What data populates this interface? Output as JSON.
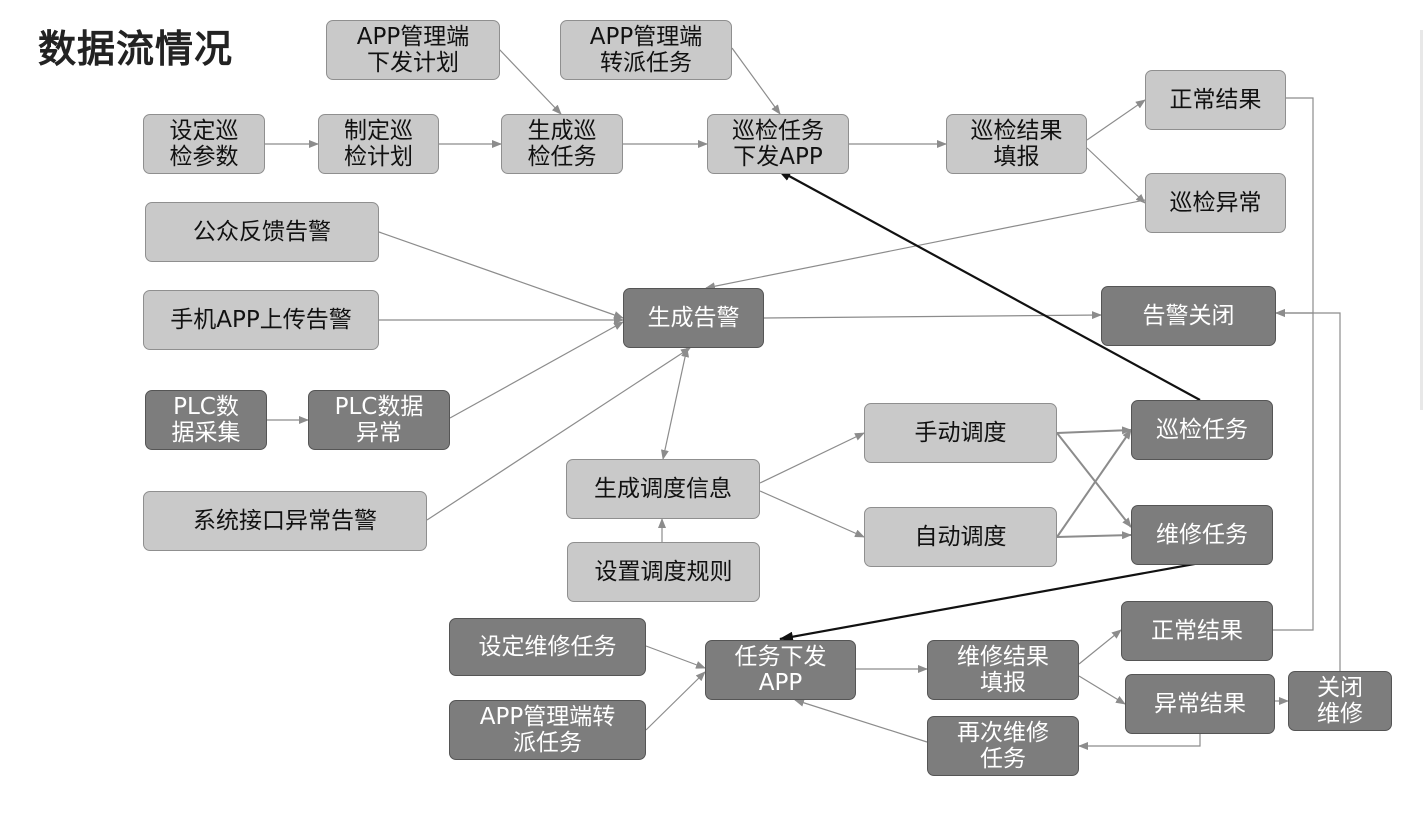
{
  "title": "数据流情况",
  "colors": {
    "light_fill": "#c9c9c9",
    "dark_fill": "#7d7d7d",
    "arrow_gray": "#8c8c8c",
    "arrow_black": "#111111"
  },
  "nodes": [
    {
      "id": "app_issue_plan",
      "label": "APP管理端\n下发计划",
      "style": "light"
    },
    {
      "id": "app_transfer_patrol",
      "label": "APP管理端\n转派任务",
      "style": "light"
    },
    {
      "id": "set_params",
      "label": "设定巡\n检参数",
      "style": "light"
    },
    {
      "id": "make_plan",
      "label": "制定巡\n检计划",
      "style": "light"
    },
    {
      "id": "gen_patrol",
      "label": "生成巡\n检任务",
      "style": "light"
    },
    {
      "id": "patrol_issue_app",
      "label": "巡检任务\n下发APP",
      "style": "light"
    },
    {
      "id": "patrol_fill",
      "label": "巡检结果\n填报",
      "style": "light"
    },
    {
      "id": "normal_result_top",
      "label": "正常结果",
      "style": "light"
    },
    {
      "id": "patrol_abnormal",
      "label": "巡检异常",
      "style": "light"
    },
    {
      "id": "public_feedback",
      "label": "公众反馈告警",
      "style": "light"
    },
    {
      "id": "mobile_upload",
      "label": "手机APP上传告警",
      "style": "light"
    },
    {
      "id": "plc_collect",
      "label": "PLC数\n据采集",
      "style": "dark"
    },
    {
      "id": "plc_abnormal",
      "label": "PLC数据\n异常",
      "style": "dark"
    },
    {
      "id": "sys_interface",
      "label": "系统接口异常告警",
      "style": "light"
    },
    {
      "id": "gen_alarm",
      "label": "生成告警",
      "style": "dark"
    },
    {
      "id": "alarm_close",
      "label": "告警关闭",
      "style": "dark"
    },
    {
      "id": "gen_dispatch",
      "label": "生成调度信息",
      "style": "light"
    },
    {
      "id": "set_rules",
      "label": "设置调度规则",
      "style": "light"
    },
    {
      "id": "manual_dispatch",
      "label": "手动调度",
      "style": "light"
    },
    {
      "id": "auto_dispatch",
      "label": "自动调度",
      "style": "light"
    },
    {
      "id": "patrol_task",
      "label": "巡检任务",
      "style": "dark"
    },
    {
      "id": "repair_task",
      "label": "维修任务",
      "style": "dark"
    },
    {
      "id": "set_repair",
      "label": "设定维修任务",
      "style": "dark"
    },
    {
      "id": "app_transfer_repair",
      "label": "APP管理端转\n派任务",
      "style": "dark"
    },
    {
      "id": "task_issue_app",
      "label": "任务下发\nAPP",
      "style": "dark"
    },
    {
      "id": "repair_fill",
      "label": "维修结果\n填报",
      "style": "dark"
    },
    {
      "id": "normal_result_bottom",
      "label": "正常结果",
      "style": "dark"
    },
    {
      "id": "abnormal_result",
      "label": "异常结果",
      "style": "dark"
    },
    {
      "id": "close_repair",
      "label": "关闭\n维修",
      "style": "dark"
    },
    {
      "id": "repair_again",
      "label": "再次维修\n任务",
      "style": "dark"
    }
  ],
  "edges": [
    {
      "from": "app_issue_plan",
      "to": "gen_patrol"
    },
    {
      "from": "app_transfer_patrol",
      "to": "patrol_issue_app"
    },
    {
      "from": "set_params",
      "to": "make_plan"
    },
    {
      "from": "make_plan",
      "to": "gen_patrol"
    },
    {
      "from": "gen_patrol",
      "to": "patrol_issue_app"
    },
    {
      "from": "patrol_issue_app",
      "to": "patrol_fill"
    },
    {
      "from": "patrol_fill",
      "to": "normal_result_top"
    },
    {
      "from": "patrol_fill",
      "to": "patrol_abnormal"
    },
    {
      "from": "patrol_abnormal",
      "to": "gen_alarm"
    },
    {
      "from": "public_feedback",
      "to": "gen_alarm"
    },
    {
      "from": "mobile_upload",
      "to": "gen_alarm"
    },
    {
      "from": "plc_collect",
      "to": "plc_abnormal"
    },
    {
      "from": "plc_abnormal",
      "to": "gen_alarm"
    },
    {
      "from": "sys_interface",
      "to": "gen_alarm"
    },
    {
      "from": "gen_alarm",
      "to": "alarm_close"
    },
    {
      "from": "gen_alarm",
      "to": "gen_dispatch",
      "bidirectional": true
    },
    {
      "from": "set_rules",
      "to": "gen_dispatch"
    },
    {
      "from": "gen_dispatch",
      "to": "manual_dispatch"
    },
    {
      "from": "gen_dispatch",
      "to": "auto_dispatch"
    },
    {
      "from": "manual_dispatch",
      "to": "patrol_task"
    },
    {
      "from": "manual_dispatch",
      "to": "repair_task"
    },
    {
      "from": "auto_dispatch",
      "to": "patrol_task"
    },
    {
      "from": "auto_dispatch",
      "to": "repair_task"
    },
    {
      "from": "patrol_task",
      "to": "patrol_issue_app"
    },
    {
      "from": "repair_task",
      "to": "task_issue_app"
    },
    {
      "from": "set_repair",
      "to": "task_issue_app"
    },
    {
      "from": "app_transfer_repair",
      "to": "task_issue_app"
    },
    {
      "from": "task_issue_app",
      "to": "repair_fill"
    },
    {
      "from": "repair_fill",
      "to": "normal_result_bottom"
    },
    {
      "from": "repair_fill",
      "to": "abnormal_result"
    },
    {
      "from": "abnormal_result",
      "to": "close_repair"
    },
    {
      "from": "abnormal_result",
      "to": "repair_again"
    },
    {
      "from": "repair_again",
      "to": "task_issue_app"
    },
    {
      "from": "normal_result_top",
      "to": "alarm_close"
    },
    {
      "from": "normal_result_bottom",
      "to": "alarm_close"
    },
    {
      "from": "close_repair",
      "to": "alarm_close"
    }
  ]
}
